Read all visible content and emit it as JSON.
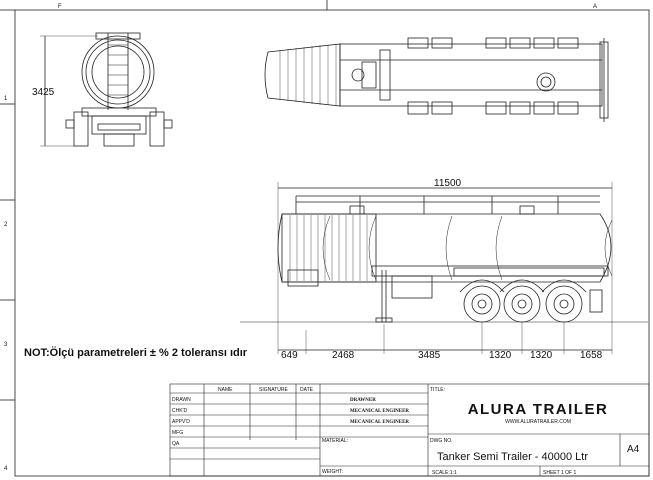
{
  "frame": {
    "zone_letters_top": [
      "F",
      "A"
    ],
    "zone_numbers_left": [
      "1",
      "2",
      "3",
      "4"
    ]
  },
  "front_view": {
    "height_dim": "3425"
  },
  "side_view": {
    "overall_length": "11500",
    "segment_dims": [
      "649",
      "2468",
      "3485",
      "1320",
      "1320",
      "1658"
    ]
  },
  "note": "NOT:Ölçü parametreleri ±  % 2  toleransı ıdır",
  "title_block": {
    "columns": [
      "NAME",
      "SIGNATURE",
      "DATE"
    ],
    "rows": [
      "DRAWN",
      "CHK'D",
      "APPV'D",
      "MFG",
      "QA"
    ],
    "roles": [
      "DRAWNER",
      "MECANICAL ENGINEER",
      "MECANICAL ENGINEER"
    ],
    "material_label": "MATERIAL:",
    "weight_label": "WEIGHT:",
    "title_label": "TITLE:",
    "company": "ALURA TRAILER",
    "website": "WWW.ALURATRAILER.COM",
    "dwg_no_label": "DWG NO.",
    "drawing_title": "Tanker Semi Trailer - 40000 Ltr",
    "paper_size": "A4",
    "scale_label": "SCALE:1:1",
    "sheet_label": "SHEET 1 OF 1"
  }
}
